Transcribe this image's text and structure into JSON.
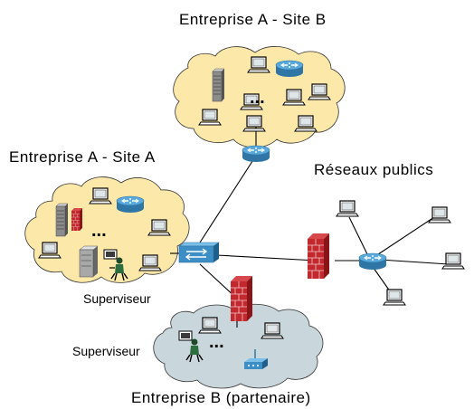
{
  "labels": {
    "site_b": "Entreprise A - Site B",
    "site_a": "Entreprise A - Site A",
    "public": "Réseaux publics",
    "partner": "Entreprise B (partenaire)",
    "supervisor_a": "Superviseur",
    "supervisor_b": "Superviseur",
    "ellipsis_site_b": "...",
    "ellipsis_site_a": "...",
    "ellipsis_partner": "..."
  },
  "colors": {
    "cloud_site": "#FCE9A9",
    "cloud_partner": "#C9D6DB",
    "device_blue": "#3D8EC4",
    "firewall_red": "#B81E22",
    "link": "#000000"
  },
  "icons": {
    "router": "router-icon",
    "switch": "switch-icon",
    "firewall": "firewall-icon",
    "server": "server-icon",
    "workstation": "computer-icon",
    "operator": "supervisor-icon",
    "access_point": "wireless-access-point-icon"
  }
}
